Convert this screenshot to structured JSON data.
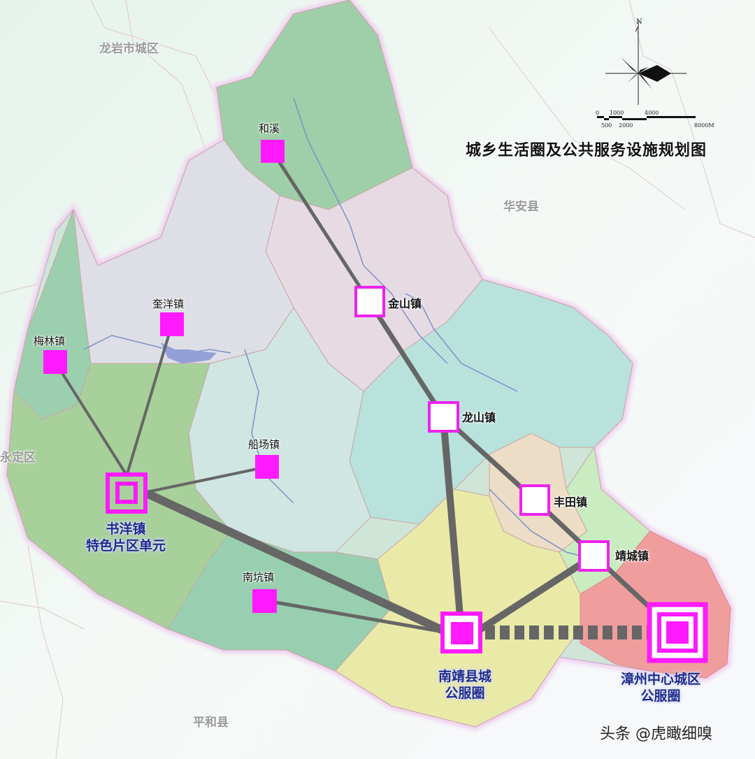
{
  "map": {
    "title": "城乡生活圈及公共服务设施规划图",
    "watermark": "头条 @虎瞰细嗅",
    "colors": {
      "marker_magenta": "#ff1aff",
      "link_gray": "#666666",
      "hub_label_blue": "#1d2a8a",
      "zhangzhou_zone_red": "#f29a9a",
      "county_yellow": "#eaeaa8",
      "shuyang_green": "#a8d09a",
      "background": "#eef6f1"
    },
    "compass": {
      "north_label": "N"
    },
    "scale_bar": {
      "top_labels": [
        "0",
        "1000",
        "4000"
      ],
      "bottom_labels": [
        "500",
        "2000",
        "8000M"
      ]
    },
    "neighbor_regions": [
      {
        "name": "龙岩市城区"
      },
      {
        "name": "华安县"
      },
      {
        "name": "永定区"
      },
      {
        "name": "平和县"
      }
    ],
    "towns": [
      {
        "name": "和溪",
        "type": "filled"
      },
      {
        "name": "奎洋镇",
        "type": "filled"
      },
      {
        "name": "梅林镇",
        "type": "filled"
      },
      {
        "name": "船场镇",
        "type": "filled"
      },
      {
        "name": "南坑镇",
        "type": "filled"
      },
      {
        "name": "金山镇",
        "type": "hollow"
      },
      {
        "name": "龙山镇",
        "type": "hollow"
      },
      {
        "name": "丰田镇",
        "type": "hollow"
      },
      {
        "name": "靖城镇",
        "type": "hollow"
      }
    ],
    "hubs": [
      {
        "line1": "书洋镇",
        "line2": "特色片区单元"
      },
      {
        "line1": "南靖县城",
        "line2": "公服圈"
      },
      {
        "line1": "漳州中心城区",
        "line2": "公服圈"
      }
    ]
  }
}
